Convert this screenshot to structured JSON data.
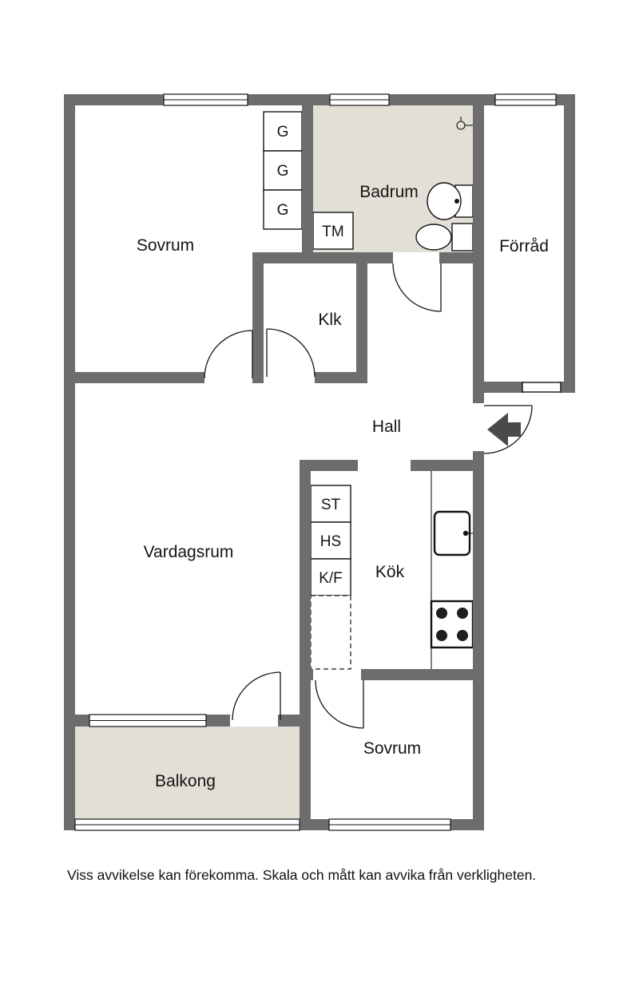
{
  "document": {
    "type": "floor-plan",
    "language": "sv"
  },
  "colors": {
    "background": "#ffffff",
    "wall": "#6d6d6d",
    "wet_room_floor": "#e2dfd7",
    "line": "#141414",
    "entry_arrow": "#4a4a4a"
  },
  "icons": {
    "entry_arrow": "left-arrow"
  },
  "rooms": {
    "sovrum_top": "Sovrum",
    "badrum": "Badrum",
    "forrad": "Förråd",
    "klk": "Klk",
    "hall": "Hall",
    "vardagsrum": "Vardagsrum",
    "kok": "Kök",
    "sovrum_bottom": "Sovrum",
    "balkong": "Balkong"
  },
  "fixtures": {
    "wardrobe_1": "G",
    "wardrobe_2": "G",
    "wardrobe_3": "G",
    "washing_machine": "TM",
    "cabinet_st": "ST",
    "cabinet_hs": "HS",
    "fridge_freezer": "K/F"
  },
  "footer": {
    "disclaimer": "Viss avvikelse kan förekomma. Skala och mått kan avvika från verkligheten."
  }
}
